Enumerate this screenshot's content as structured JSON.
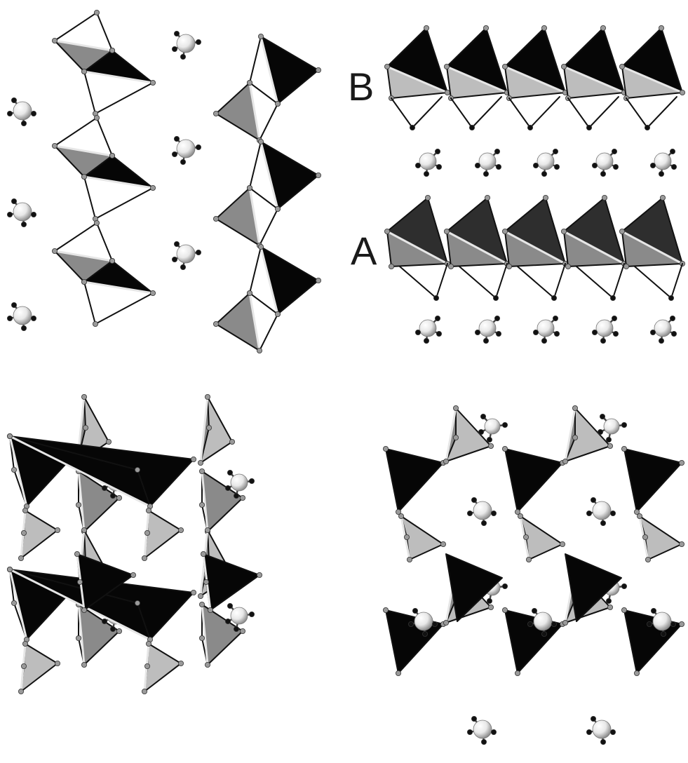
{
  "labels": {
    "b": "B",
    "a": "A"
  },
  "colors": {
    "background": "#ffffff",
    "tet_black": "#060606",
    "tet_dark": "#2e2e2e",
    "tet_gray": "#8a8a8a",
    "tet_light": "#bdbdbd",
    "edge": "#111111",
    "edge_highlight": "#e6e6e6",
    "vertex_atom": "#9a9a9a",
    "hydrogen_atom": "#111111",
    "nitrogen_atom": "#f2f2f2"
  },
  "panels": [
    {
      "id": "top-left",
      "view": "chain-zigzag"
    },
    {
      "id": "top-right",
      "view": "layers-a-b"
    },
    {
      "id": "bottom-left",
      "view": "framework-dense"
    },
    {
      "id": "bottom-right",
      "view": "framework-open"
    }
  ]
}
